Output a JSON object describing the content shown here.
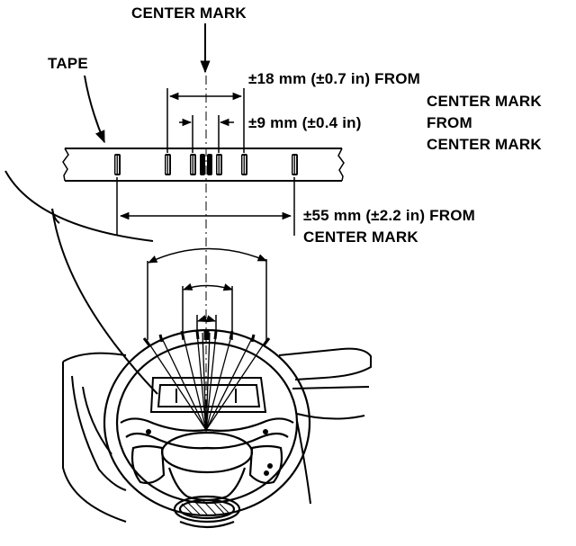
{
  "labels": {
    "center_mark": "CENTER MARK",
    "tape": "TAPE",
    "dim18_line1": "±18 mm (±0.7 in) FROM",
    "dim18_line2": "CENTER MARK",
    "dim9_value": "±9 mm (±0.4 in)",
    "dim9_from": "FROM",
    "dim9_line2": "CENTER MARK",
    "dim55_line1": "±55 mm (±2.2 in) FROM",
    "dim55_line2": "CENTER MARK"
  }
}
